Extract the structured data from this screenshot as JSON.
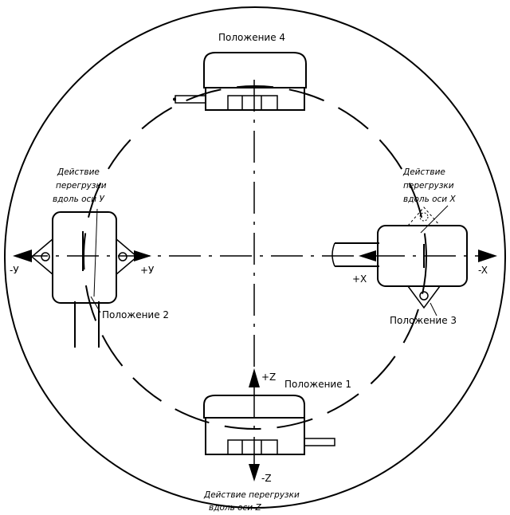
{
  "positions": {
    "p1": "Положение 1",
    "p2": "Положение 2",
    "p3": "Положение 3",
    "p4": "Положение 4"
  },
  "axes": {
    "plus_z": "+Z",
    "minus_z": "-Z",
    "plus_y": "+У",
    "minus_y": "-У",
    "plus_x": "+X",
    "minus_x": "-X"
  },
  "notes": {
    "y_axis": [
      "Действие",
      "перегрузки",
      "вдоль оси У"
    ],
    "x_axis": [
      "Действие",
      "перегрузки",
      "вдоль оси Х"
    ],
    "z_axis": [
      "Действие перегрузки",
      "вдоль оси Z"
    ]
  }
}
